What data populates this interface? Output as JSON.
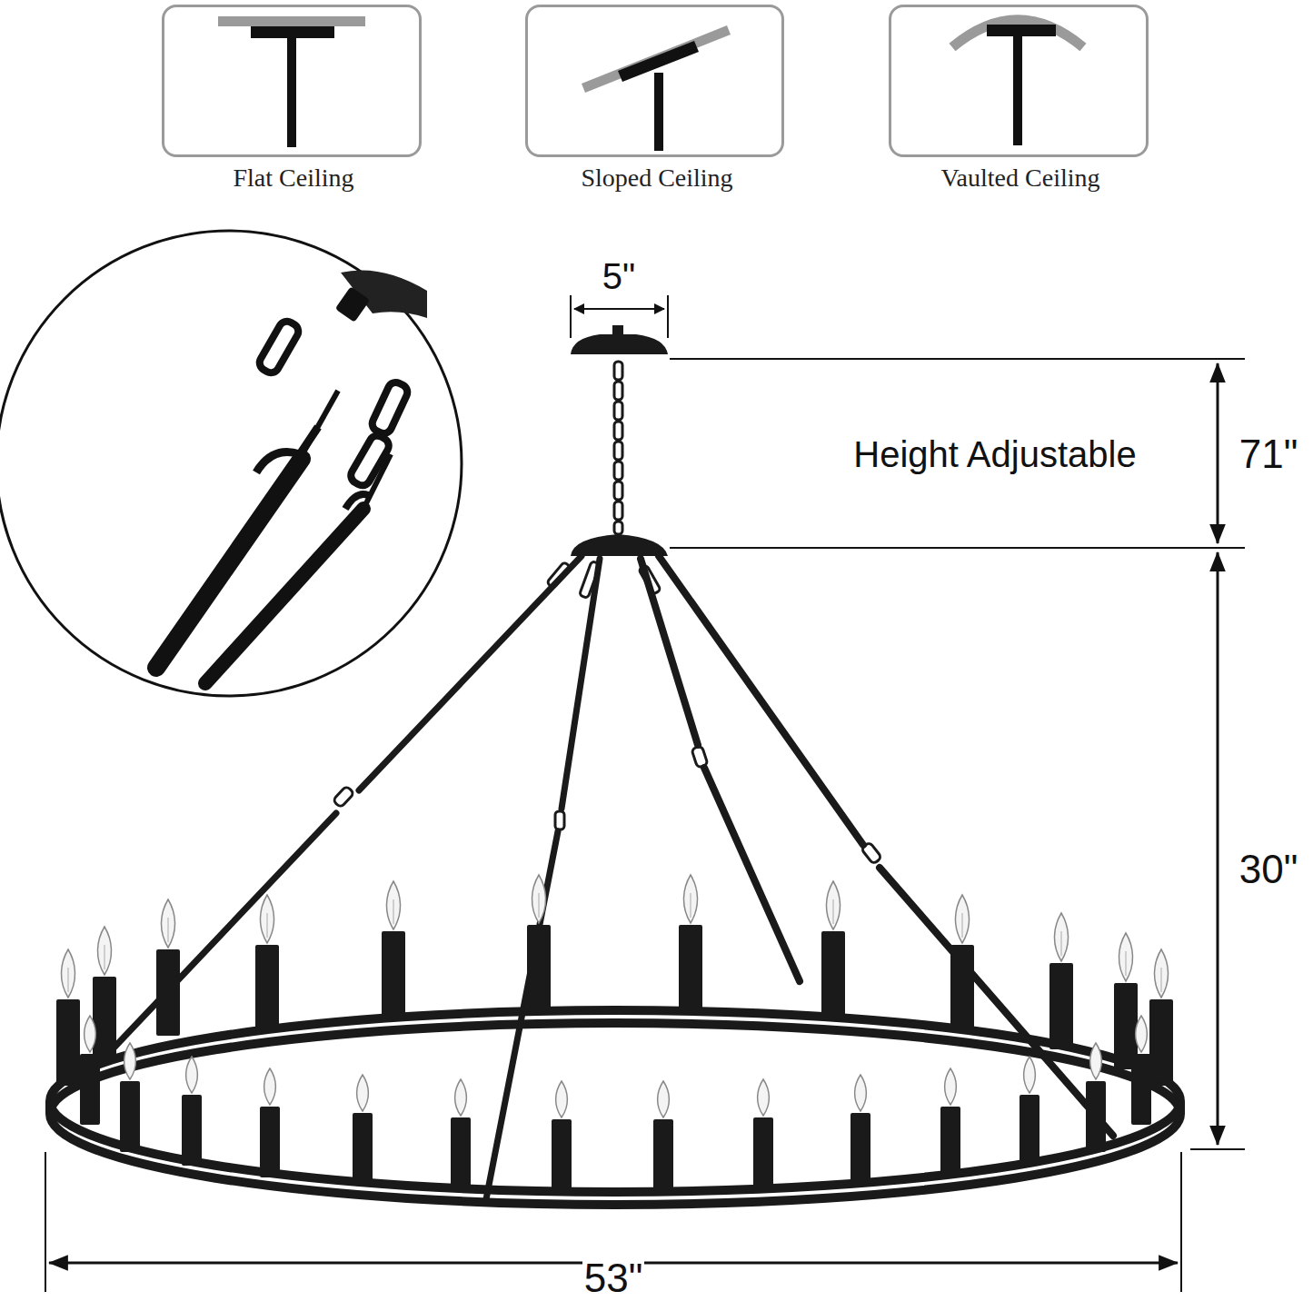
{
  "diagram": {
    "nodes": [
      {
        "text": [
          "Flat Ceiling"
        ]
      },
      {
        "text": [
          "Sloped Ceiling"
        ]
      },
      {
        "text": [
          "Vaulted Ceiling"
        ]
      }
    ],
    "labels": [
      "5\"",
      "Height Adjustable",
      "71\"",
      "30\"",
      "53\""
    ]
  }
}
